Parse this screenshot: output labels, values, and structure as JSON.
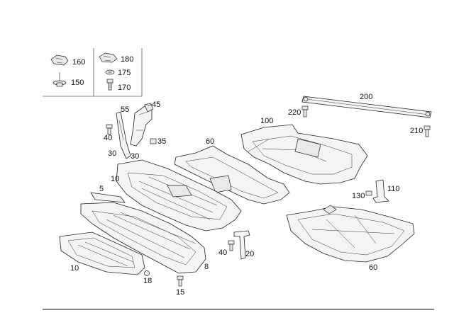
{
  "legend": {
    "items": [
      {
        "icon": "clip-nut-icon",
        "number": "160"
      },
      {
        "icon": "screw-icon",
        "number": "150"
      },
      {
        "icon": "clip-nut-icon",
        "number": "180"
      },
      {
        "icon": "washer-icon",
        "number": "175"
      },
      {
        "icon": "bolt-icon",
        "number": "170"
      }
    ]
  },
  "callouts": {
    "c200": "200",
    "c220": "220",
    "c210": "210",
    "c100": "100",
    "c60a": "60",
    "c55": "55",
    "c45": "45",
    "c40a": "40",
    "c35": "35",
    "c30a": "30",
    "c30b": "30",
    "c10a": "10",
    "c5": "5",
    "c110": "110",
    "c130": "130",
    "c60b": "60",
    "c40b": "40",
    "c20": "20",
    "c8": "8",
    "c10b": "10",
    "c18": "18",
    "c15": "15"
  }
}
